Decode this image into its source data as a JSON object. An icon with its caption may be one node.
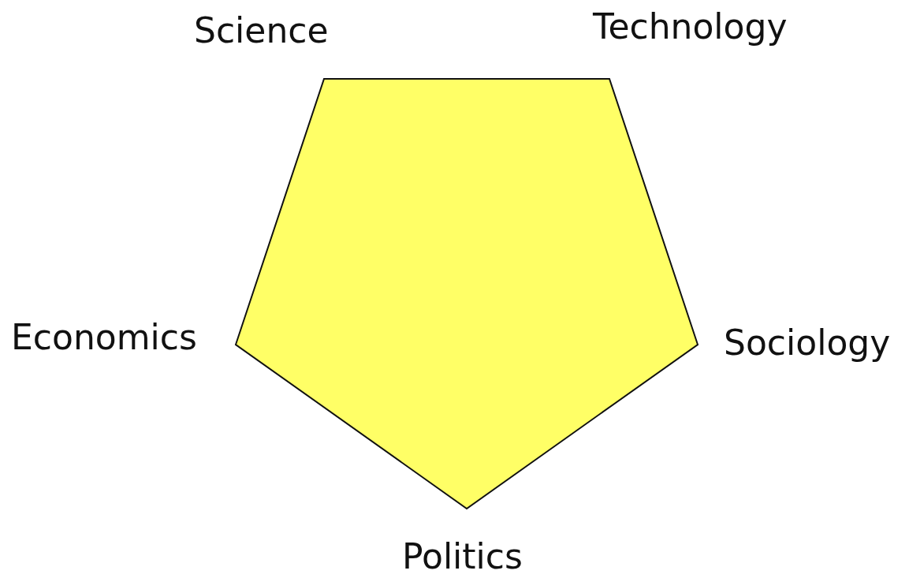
{
  "diagram": {
    "nodes": [
      {
        "text": [],
        "shape": "pentagon"
      }
    ],
    "edges": [],
    "labels": [
      "Science",
      "Technology",
      "Economics",
      "Sociology",
      "Politics"
    ]
  }
}
